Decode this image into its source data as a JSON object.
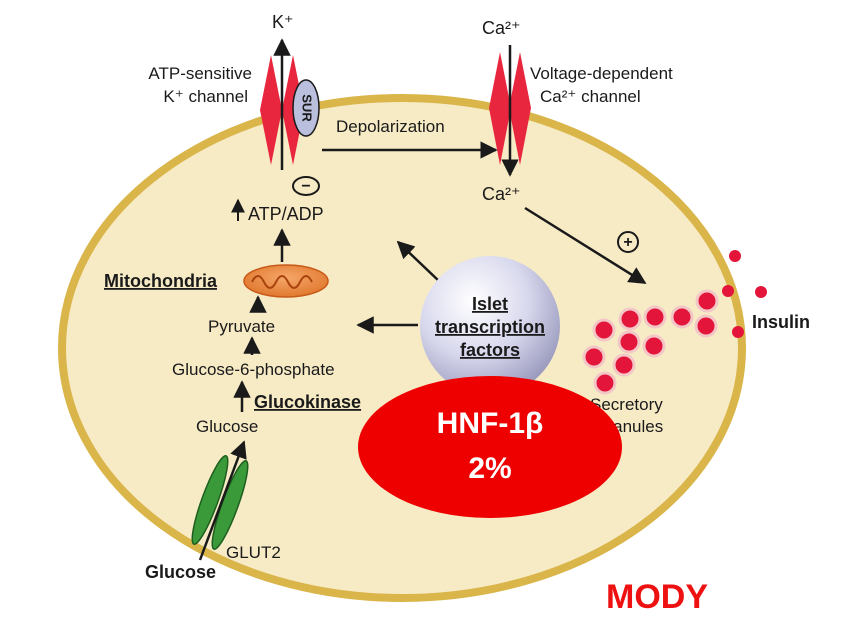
{
  "ions": {
    "k_top": "K⁺",
    "ca_top": "Ca²⁺",
    "ca_inside": "Ca²⁺"
  },
  "channels": {
    "atp_k_line1": "ATP-sensitive",
    "atp_k_line2": "K⁺ channel",
    "sur": "SUR",
    "vd_ca_line1": "Voltage-dependent",
    "vd_ca_line2": "Ca²⁺ channel",
    "glut2": "GLUT2"
  },
  "pathway": {
    "depolarization": "Depolarization",
    "minus_sign": "−",
    "plus_sign": "+",
    "atp_adp": "ATP/ADP",
    "mitochondria": "Mitochondria",
    "pyruvate": "Pyruvate",
    "g6p": "Glucose-6-phosphate",
    "glucokinase": "Glucokinase",
    "glucose_inside": "Glucose",
    "glucose_outside": "Glucose",
    "granules_line1": "Secretory",
    "granules_line2": "granules",
    "insulin": "Insulin"
  },
  "islet": {
    "line1": "Islet",
    "line2": "transcription",
    "line3": "factors"
  },
  "highlight": {
    "gene": "HNF-1β",
    "percent": "2%"
  },
  "footer": {
    "label": "MODY"
  },
  "colors": {
    "cell_fill": "#f7ebc6",
    "cell_border": "#d9b54a",
    "channel_red": "#e8273f",
    "glut_green": "#3a9a3a",
    "highlight_red": "#ee0000",
    "mody_red": "#ee1111",
    "granule_red": "#e3153a"
  }
}
